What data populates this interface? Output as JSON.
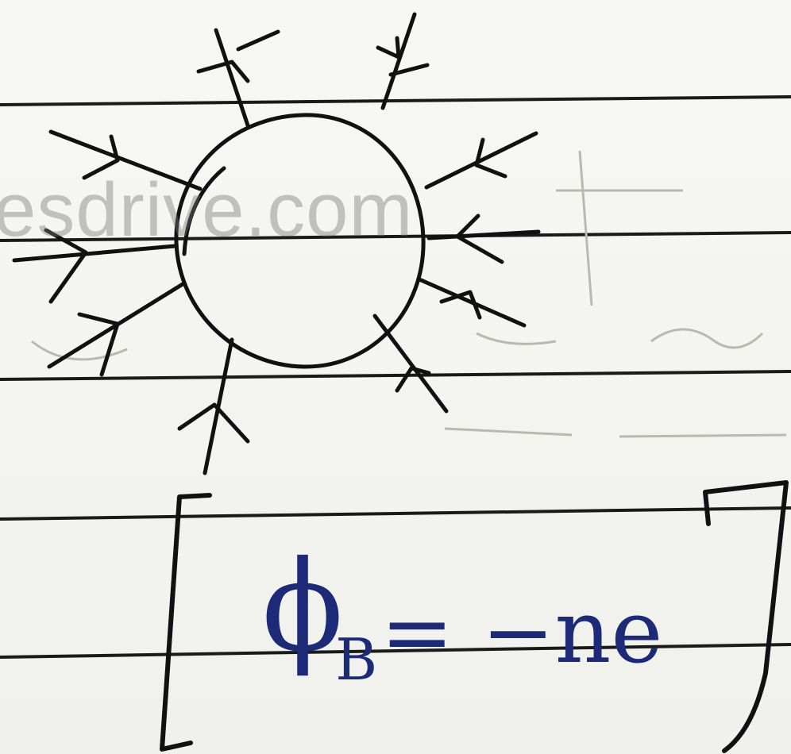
{
  "watermark": {
    "text": "esdrive.com"
  },
  "formula": {
    "symbol": "ϕ",
    "subscript": "B",
    "rhs": "= −ne"
  },
  "colors": {
    "paper": "#f3f3f0",
    "ruling": "#1a1a1a",
    "ink_black": "#111111",
    "ink_blue": "#1c2a78",
    "watermark": "#8a8a8a"
  }
}
